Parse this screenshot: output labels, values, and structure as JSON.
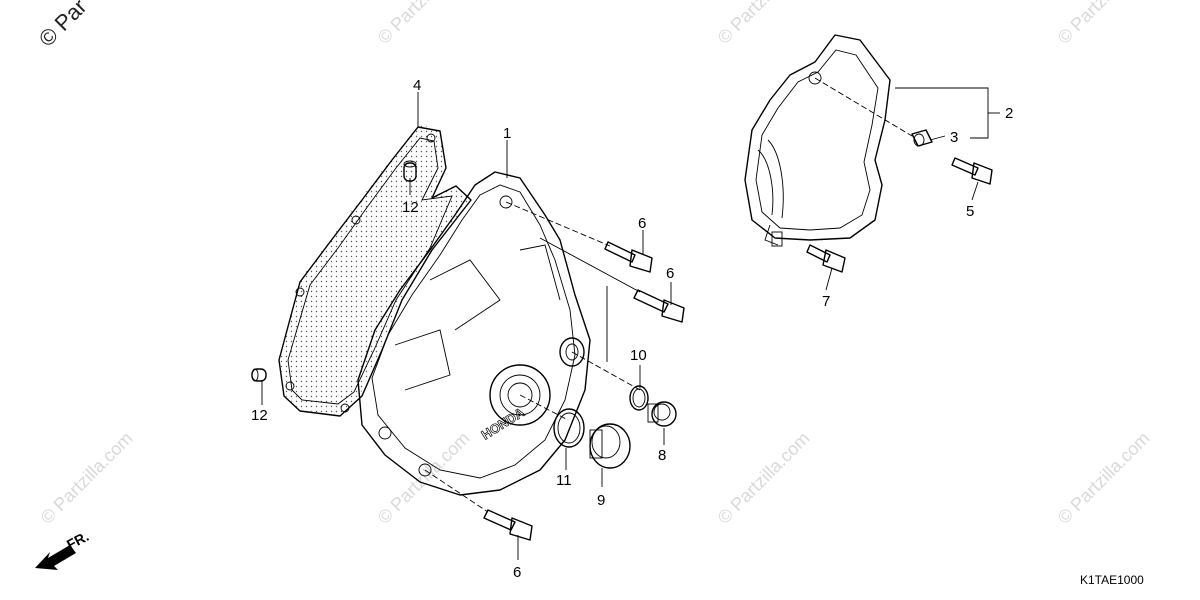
{
  "diagram_code": "K1TAE1000",
  "front_indicator": "FR.",
  "watermark_corner": "© Par",
  "watermark_repeat": "© Partzilla.com",
  "callouts": {
    "c1": "1",
    "c2": "2",
    "c3": "3",
    "c4": "4",
    "c5": "5",
    "c6a": "6",
    "c6b": "6",
    "c6c": "6",
    "c7": "7",
    "c8": "8",
    "c9": "9",
    "c10": "10",
    "c11": "11",
    "c12a": "12",
    "c12b": "12"
  },
  "brand_mark": "HONDA"
}
